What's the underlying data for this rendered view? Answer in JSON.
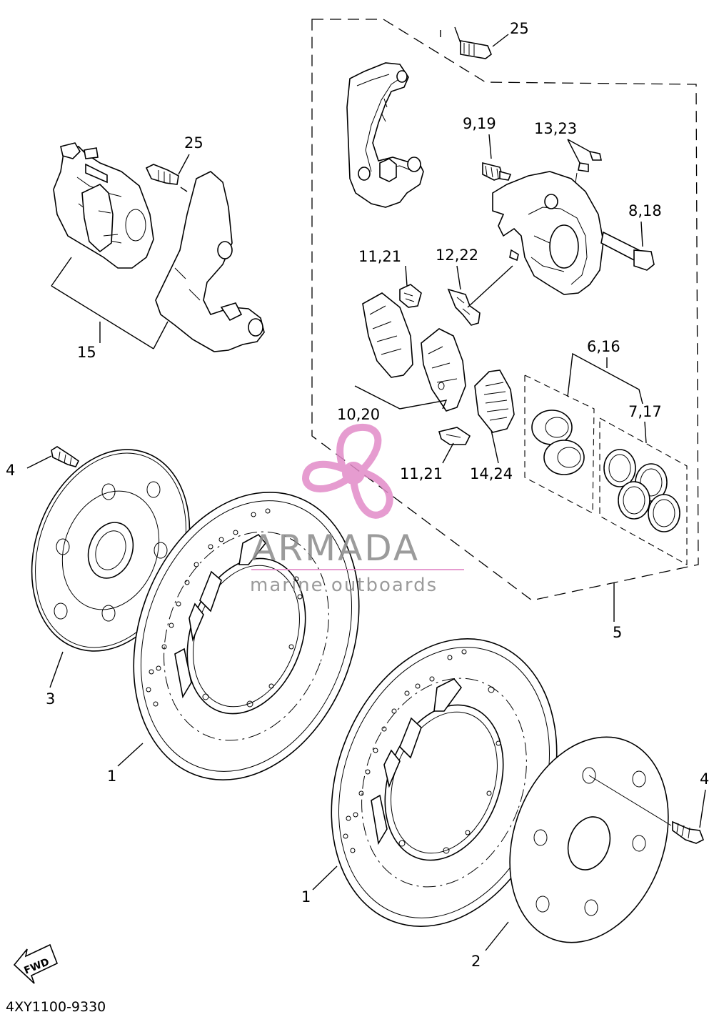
{
  "callouts": {
    "c25_top": "25",
    "c25_left": "25",
    "c9_19": "9,19",
    "c13_23": "13,23",
    "c8_18": "8,18",
    "c11_21_top": "11,21",
    "c12_22": "12,22",
    "c6_16": "6,16",
    "c7_17": "7,17",
    "c10_20": "10,20",
    "c11_21_bottom": "11,21",
    "c14_24": "14,24",
    "c15": "15",
    "c4_left": "4",
    "c3": "3",
    "c5": "5",
    "c1_left": "1",
    "c1_right": "1",
    "c4_right": "4",
    "c2": "2"
  },
  "fwd_label": "FWD",
  "part_code": "4XY1100-9330",
  "watermark": {
    "brand": "ARMADA",
    "tagline": "marine outboards",
    "accent_color": "#e28bc8"
  },
  "icons": [
    "propeller-logo-icon",
    "fwd-arrow-icon"
  ]
}
